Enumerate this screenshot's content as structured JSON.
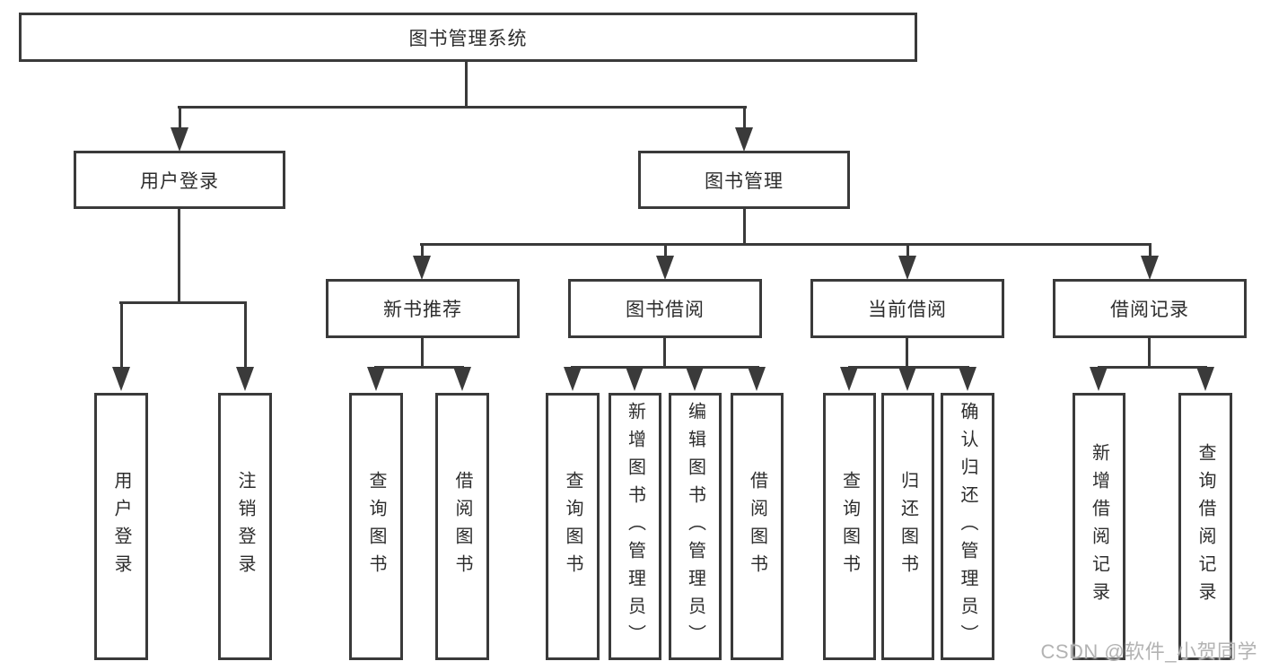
{
  "diagram": {
    "root": {
      "label": "图书管理系统"
    },
    "children": [
      {
        "label": "用户登录",
        "children": [
          {
            "label": "用户登录"
          },
          {
            "label": "注销登录"
          }
        ]
      },
      {
        "label": "图书管理",
        "children": [
          {
            "label": "新书推荐",
            "children": [
              {
                "label": "查询图书"
              },
              {
                "label": "借阅图书"
              }
            ]
          },
          {
            "label": "图书借阅",
            "children": [
              {
                "label": "查询图书"
              },
              {
                "label": "新增图书（管理员）"
              },
              {
                "label": "编辑图书（管理员）"
              },
              {
                "label": "借阅图书"
              }
            ]
          },
          {
            "label": "当前借阅",
            "children": [
              {
                "label": "查询图书"
              },
              {
                "label": "归还图书"
              },
              {
                "label": "确认归还（管理员）"
              }
            ]
          },
          {
            "label": "借阅记录",
            "children": [
              {
                "label": "新增借阅记录"
              },
              {
                "label": "查询借阅记录"
              }
            ]
          }
        ]
      }
    ]
  },
  "watermark": {
    "text": "CSDN @软件_小贺同学"
  },
  "colors": {
    "line": "#3a3a3a",
    "text": "#2d2d2d",
    "watermark": "#b3b3b3",
    "background": "#ffffff"
  }
}
